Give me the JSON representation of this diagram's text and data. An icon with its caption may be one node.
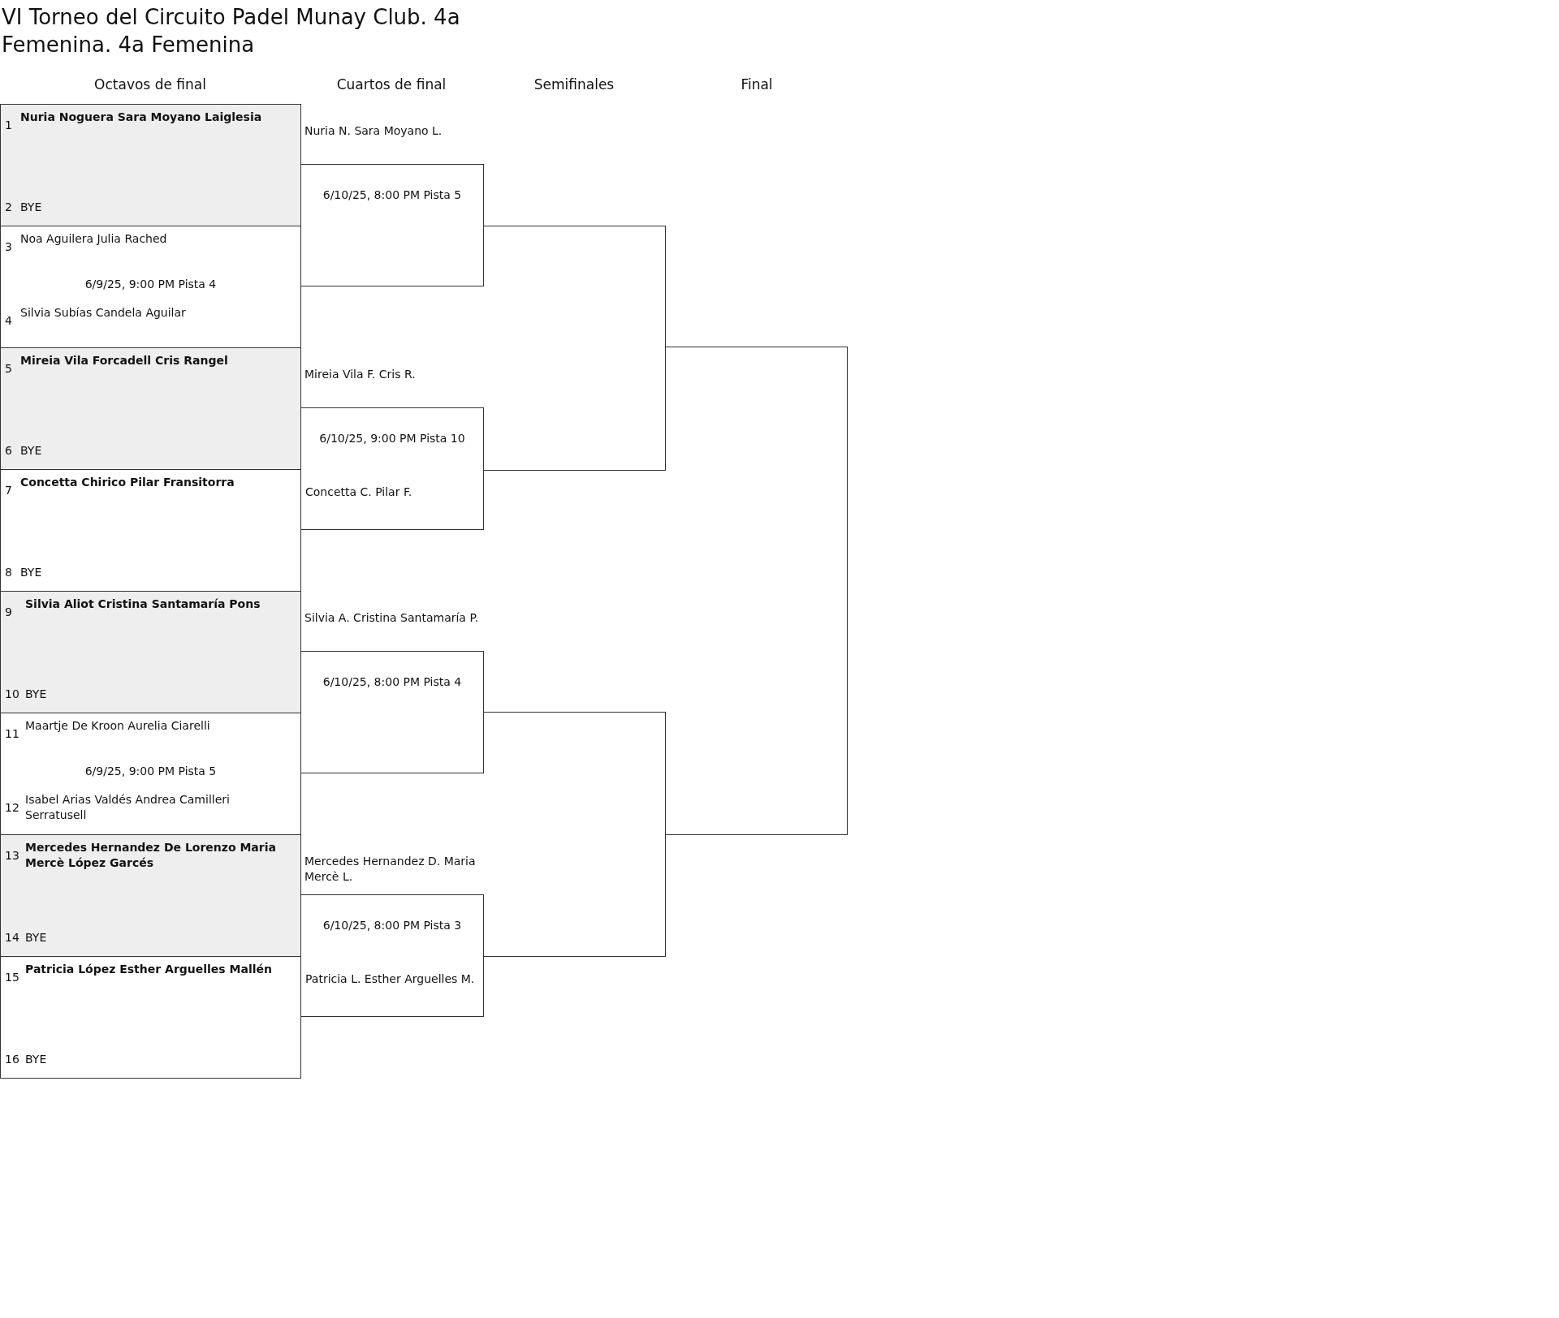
{
  "diagram": {
    "title": "VI Torneo del Circuito Padel Munay Club. 4a Femenina. 4a Femenina",
    "nodes": [
      {
        "text": [
          "1",
          "Nuria Noguera Sara Moyano Laiglesia",
          "2",
          "BYE"
        ]
      },
      {
        "text": [
          "3",
          "Noa Aguilera Julia Rached",
          "6/9/25, 9:00 PM Pista 4",
          "4",
          "Silvia Subías Candela Aguilar"
        ]
      },
      {
        "text": [
          "5",
          "Mireia Vila Forcadell Cris Rangel",
          "6",
          "BYE"
        ]
      },
      {
        "text": [
          "7",
          "Concetta Chirico Pilar Fransitorra",
          "8",
          "BYE"
        ]
      },
      {
        "text": [
          "9",
          "Silvia Aliot Cristina Santamaría Pons",
          "10",
          "BYE"
        ]
      },
      {
        "text": [
          "11",
          "Maartje De Kroon Aurelia Ciarelli",
          "6/9/25, 9:00 PM Pista 5",
          "12",
          "Isabel Arias Valdés Andrea Camilleri Serratusell"
        ]
      },
      {
        "text": [
          "13",
          "Mercedes Hernandez De Lorenzo Maria Mercè López Garcés",
          "14",
          "BYE"
        ]
      },
      {
        "text": [
          "15",
          "Patricia López Esther Arguelles Mallén",
          "16",
          "BYE"
        ]
      },
      {
        "text": [
          "Nuria N. Sara Moyano L.",
          "6/10/25, 8:00 PM Pista 5"
        ]
      },
      {
        "text": [
          "Mireia Vila F. Cris R.",
          "6/10/25, 9:00 PM Pista 10",
          "Concetta C. Pilar F."
        ]
      },
      {
        "text": [
          "Silvia A. Cristina Santamaría P.",
          "6/10/25, 8:00 PM Pista 4"
        ]
      },
      {
        "text": [
          "Mercedes Hernandez D. Maria Mercè L.",
          "6/10/25, 8:00 PM Pista 3",
          "Patricia L. Esther Arguelles M."
        ]
      },
      {
        "text": [],
        "shape": "box"
      },
      {
        "text": [],
        "shape": "box"
      },
      {
        "text": [],
        "shape": "box"
      }
    ],
    "labels": [
      "Octavos de final",
      "Cuartos de final",
      "Semifinales",
      "Final"
    ]
  }
}
